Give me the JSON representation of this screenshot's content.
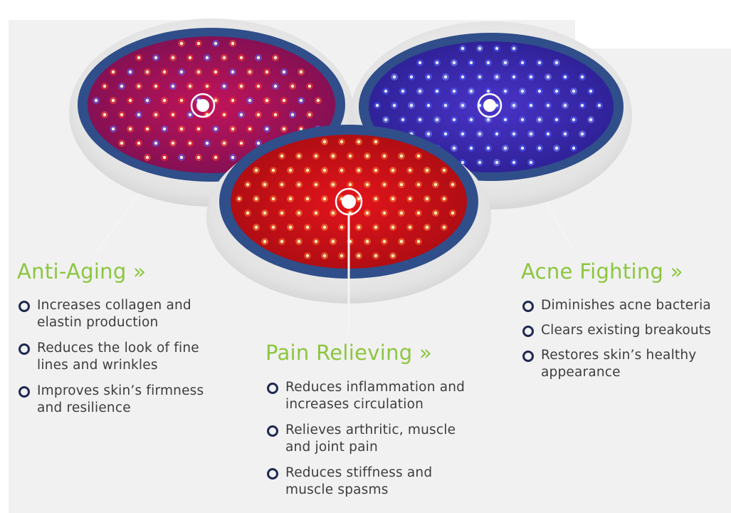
{
  "colors": {
    "accent_green": "#8cc63f",
    "bullet_navy": "#1f2a52",
    "device_ring_blue": "#2f4e8a",
    "device_shell": "#e8e8e8",
    "led_red": "#e0141c",
    "led_blue": "#3a46e8",
    "led_violet": "#9a1b6c"
  },
  "devices": [
    {
      "name": "red-blue-led-panel",
      "led_mix": [
        "red",
        "blue"
      ]
    },
    {
      "name": "blue-led-panel",
      "led_mix": [
        "blue"
      ]
    },
    {
      "name": "red-led-panel",
      "led_mix": [
        "red"
      ]
    }
  ],
  "sections": {
    "anti_aging": {
      "heading": "Anti-Aging »",
      "items": [
        {
          "text": "Increases collagen and elastin production"
        },
        {
          "text": "Reduces the look of fine lines and wrinkles"
        },
        {
          "text": "Improves skin’s firmness and resilience"
        }
      ]
    },
    "pain_relieving": {
      "heading": "Pain Relieving »",
      "items": [
        {
          "text": "Reduces inflammation and increases circulation"
        },
        {
          "text": "Relieves arthritic, muscle and joint pain"
        },
        {
          "text": "Reduces stiffness and muscle spasms"
        }
      ]
    },
    "acne_fighting": {
      "heading": "Acne Fighting »",
      "items": [
        {
          "text": "Diminishes acne bacteria"
        },
        {
          "text": "Clears existing breakouts"
        },
        {
          "text": "Restores skin’s healthy appearance"
        }
      ]
    }
  }
}
